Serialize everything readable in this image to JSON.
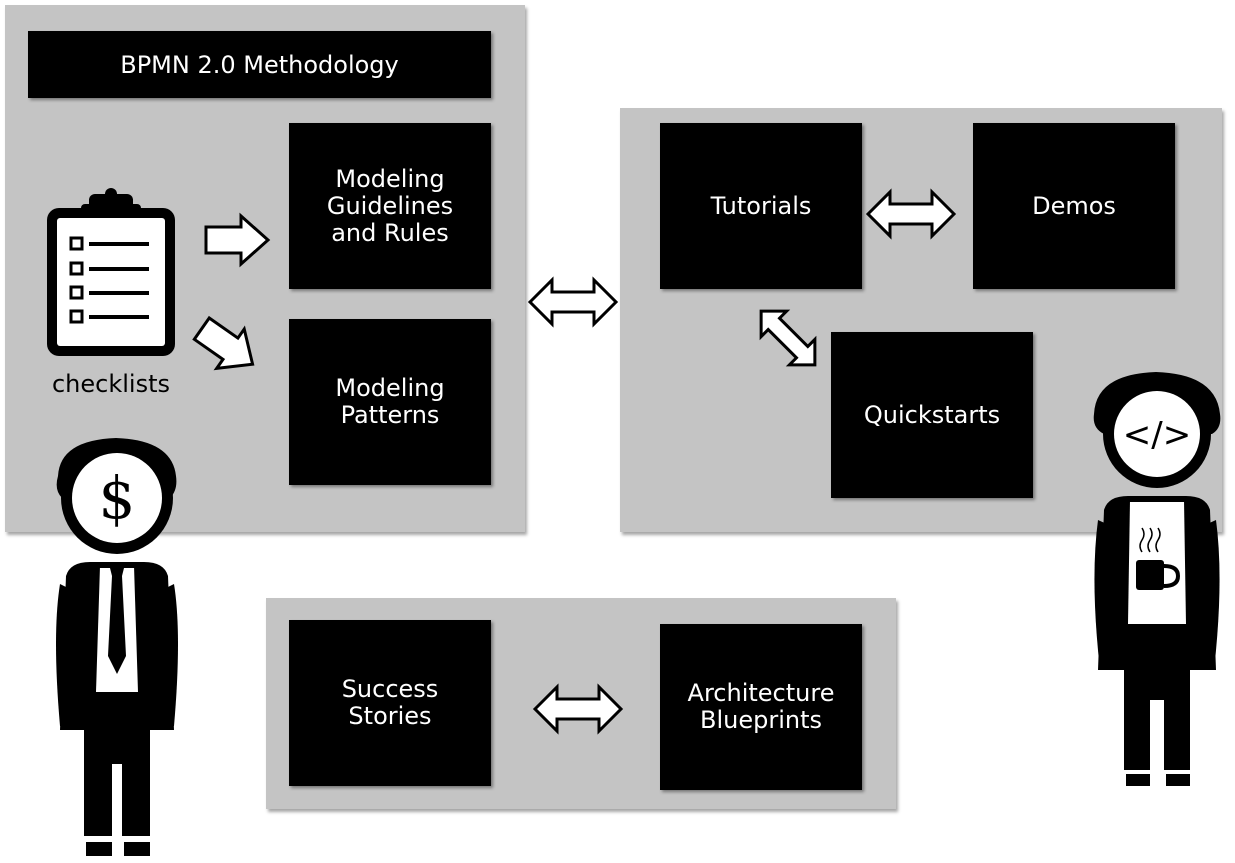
{
  "methodology": {
    "title": "BPMN 2.0 Methodology",
    "guidelines": "Modeling\nGuidelines\nand Rules",
    "patterns": "Modeling\nPatterns",
    "checklists_label": "checklists"
  },
  "learning": {
    "tutorials": "Tutorials",
    "demos": "Demos",
    "quickstarts": "Quickstarts"
  },
  "references": {
    "success_stories": "Success\nStories",
    "architecture_blueprints": "Architecture\nBlueprints"
  },
  "figures": {
    "business_icon": "dollar-sign-person-icon",
    "developer_icon": "code-tag-person-icon",
    "developer_symbol": "</>",
    "business_symbol": "$"
  },
  "colors": {
    "panel": "#c4c4c4",
    "box": "#000000",
    "box_text": "#ffffff"
  }
}
